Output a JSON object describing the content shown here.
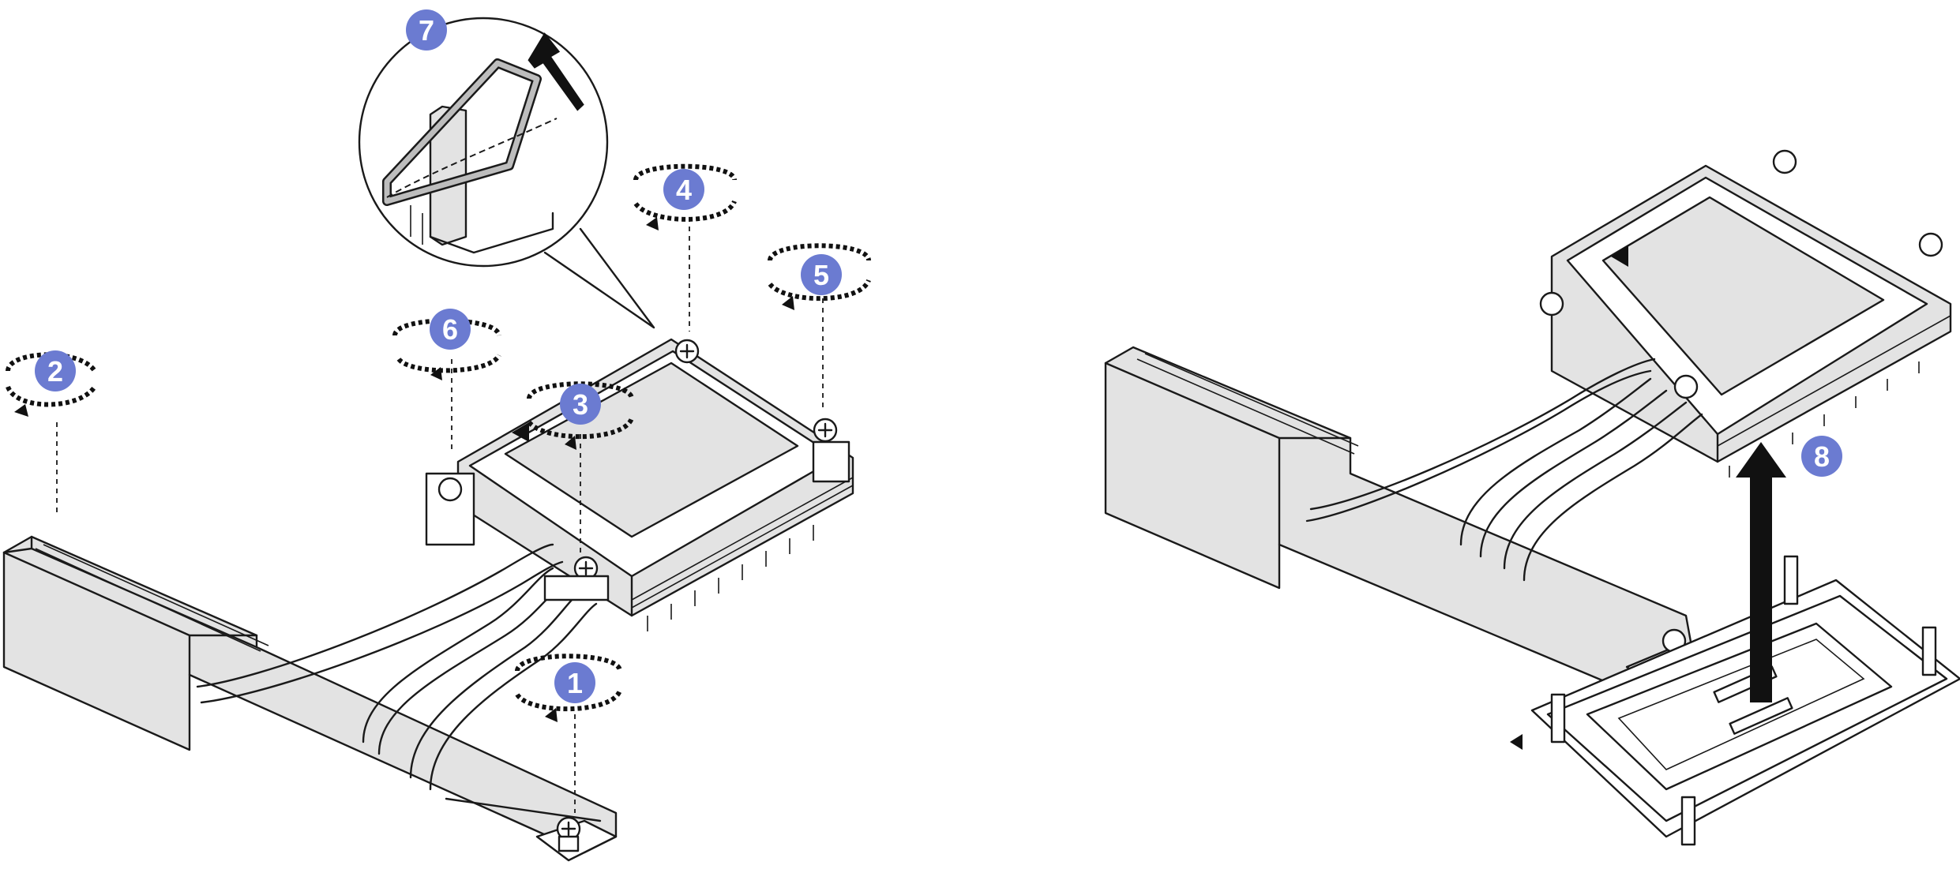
{
  "callouts": [
    {
      "id": "1",
      "label": "1"
    },
    {
      "id": "2",
      "label": "2"
    },
    {
      "id": "3",
      "label": "3"
    },
    {
      "id": "4",
      "label": "4"
    },
    {
      "id": "5",
      "label": "5"
    },
    {
      "id": "6",
      "label": "6"
    },
    {
      "id": "7",
      "label": "7"
    },
    {
      "id": "8",
      "label": "8"
    }
  ],
  "colors": {
    "callout": "#6b7bd1",
    "line": "#1a1a1a",
    "part_fill": "#e3e3e3",
    "arrow": "#111111"
  },
  "icons": [
    "rotate-arrow-icon",
    "lift-arrow-icon",
    "triangle-marker-icon"
  ]
}
